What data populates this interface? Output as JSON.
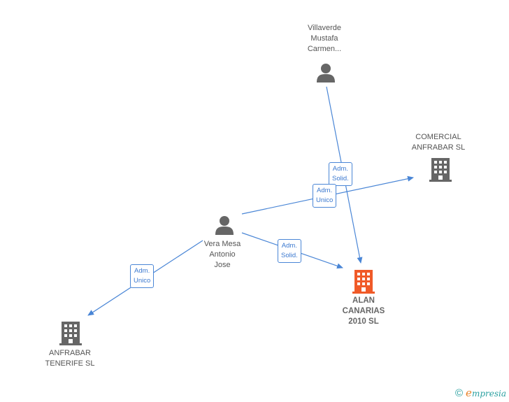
{
  "nodes": {
    "villaverde": {
      "label": [
        "Villaverde",
        "Mustafa",
        "Carmen..."
      ],
      "icon": "person-icon"
    },
    "vera": {
      "label": [
        "Vera Mesa",
        "Antonio",
        "Jose"
      ],
      "icon": "person-icon"
    },
    "comercial": {
      "label": [
        "COMERCIAL",
        "ANFRABAR SL"
      ],
      "icon": "building-icon"
    },
    "alan": {
      "label": [
        "ALAN",
        "CANARIAS",
        "2010 SL"
      ],
      "icon": "building-icon",
      "highlight": true
    },
    "tenerife": {
      "label": [
        "ANFRABAR",
        "TENERIFE SL"
      ],
      "icon": "building-icon"
    }
  },
  "edges": {
    "villaverde_alan": {
      "label": [
        "Adm.",
        "Solid."
      ]
    },
    "vera_comercial": {
      "label": [
        "Adm.",
        "Unico"
      ]
    },
    "vera_alan": {
      "label": [
        "Adm.",
        "Solid."
      ]
    },
    "vera_tenerife": {
      "label": [
        "Adm.",
        "Unico"
      ]
    }
  },
  "colors": {
    "edge": "#4a86d6",
    "person": "#666666",
    "building": "#666666",
    "highlight_building": "#f05a28"
  },
  "watermark": {
    "symbol": "©",
    "brand_initial": "e",
    "brand_rest": "mpresia"
  }
}
